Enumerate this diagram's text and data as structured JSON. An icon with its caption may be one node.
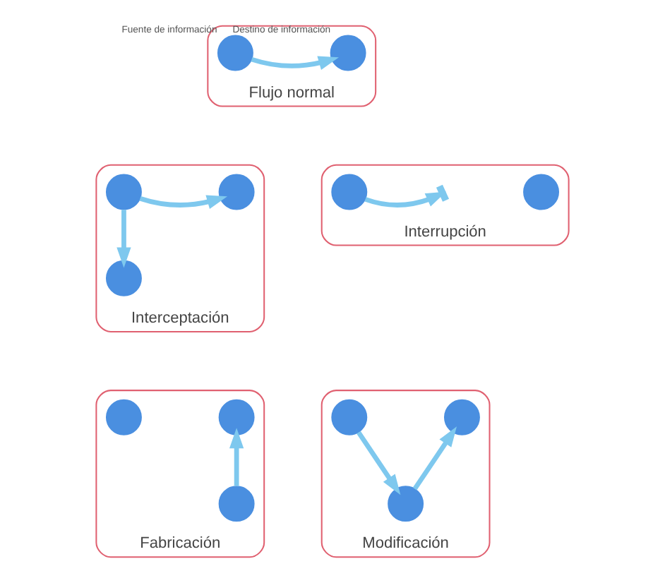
{
  "diagram": {
    "nodes": [
      {
        "text": [
          "Flujo normal"
        ]
      },
      {
        "text": [],
        "shape": "circle",
        "in": 0,
        "beside": [
          "Fuente de información"
        ]
      },
      {
        "text": [],
        "shape": "circle",
        "in": 0,
        "beside": [
          "Destino de información"
        ]
      },
      {
        "text": [
          "Interrupción"
        ]
      },
      {
        "text": [],
        "shape": "circle",
        "in": 3
      },
      {
        "text": [],
        "shape": "circle",
        "in": 3
      },
      {
        "text": [
          "Interceptación"
        ]
      },
      {
        "text": [],
        "shape": "circle",
        "in": 6
      },
      {
        "text": [],
        "shape": "circle",
        "in": 6
      },
      {
        "text": [],
        "shape": "circle",
        "in": 6
      },
      {
        "text": [
          "Modificación"
        ]
      },
      {
        "text": [],
        "shape": "circle",
        "in": 10
      },
      {
        "text": [],
        "shape": "circle",
        "in": 10
      },
      {
        "text": [],
        "shape": "circle",
        "in": 10
      },
      {
        "text": [
          "Fabricación"
        ]
      },
      {
        "text": [],
        "shape": "circle",
        "in": 14
      },
      {
        "text": [],
        "shape": "circle",
        "in": 14
      },
      {
        "text": [],
        "shape": "circle",
        "in": 14
      }
    ],
    "edges": [
      {
        "from": 1,
        "to": 2,
        "arrow": "to"
      },
      {
        "from": 4,
        "to": null,
        "arrow": "to"
      },
      {
        "from": 7,
        "to": 9,
        "arrow": "to"
      },
      {
        "from": 7,
        "to": 8,
        "arrow": "to"
      },
      {
        "from": 11,
        "to": 12,
        "arrow": "to"
      },
      {
        "from": 12,
        "to": 13,
        "arrow": "to"
      },
      {
        "from": 16,
        "to": 17,
        "arrow": "to"
      }
    ]
  }
}
